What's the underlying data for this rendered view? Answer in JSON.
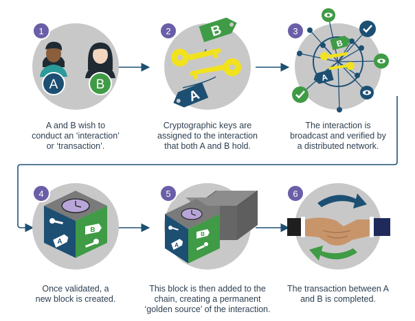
{
  "steps": [
    {
      "number": "1",
      "caption": [
        "A and B wish to",
        "conduct an ‘interaction’",
        "or ‘transaction’."
      ]
    },
    {
      "number": "2",
      "caption": [
        "Cryptographic keys are",
        "assigned to the interaction",
        "that both A and B hold."
      ]
    },
    {
      "number": "3",
      "caption": [
        "The interaction is",
        "broadcast and verified by",
        "a distributed network."
      ]
    },
    {
      "number": "4",
      "caption": [
        "Once validated, a",
        "new block is created."
      ]
    },
    {
      "number": "5",
      "caption": [
        "This block is then added to the",
        "chain, creating a permanent",
        "‘golden source’ of the interaction."
      ]
    },
    {
      "number": "6",
      "caption": [
        "The transaction between A",
        "and B is completed."
      ]
    }
  ],
  "labels": {
    "a": "A",
    "b": "B"
  },
  "colors": {
    "circle": "#c8c8c8",
    "badge": "#6b5ea8",
    "navy": "#1d4f73",
    "green": "#3f9b45",
    "key": "#f2e21e",
    "arrow": "#1d4f73",
    "text": "#2c3e50",
    "cubeTop": "#7a7a7a",
    "clock": "#b9a6d9"
  }
}
